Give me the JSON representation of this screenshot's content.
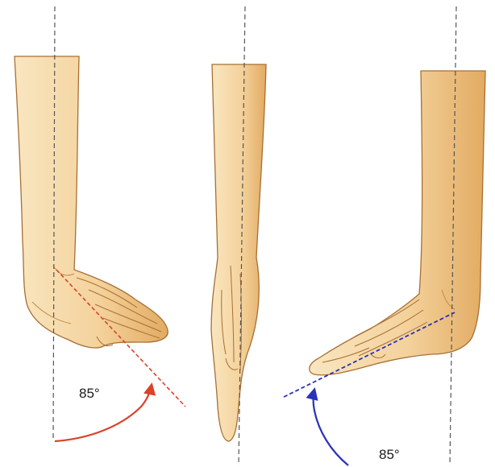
{
  "figure": {
    "colors": {
      "skin": "#f7dcaa",
      "skin_shade": "#e8b874",
      "skin_outline": "#a86f34",
      "reference_line": "#555555",
      "flexion_line": "#d9442a",
      "extension_line": "#2b32b8",
      "background": "#ffffff"
    },
    "panels": [
      {
        "name": "wrist-flexion",
        "angle_label": "85°"
      },
      {
        "name": "wrist-neutral"
      },
      {
        "name": "wrist-extension",
        "angle_label": "85°"
      }
    ]
  }
}
